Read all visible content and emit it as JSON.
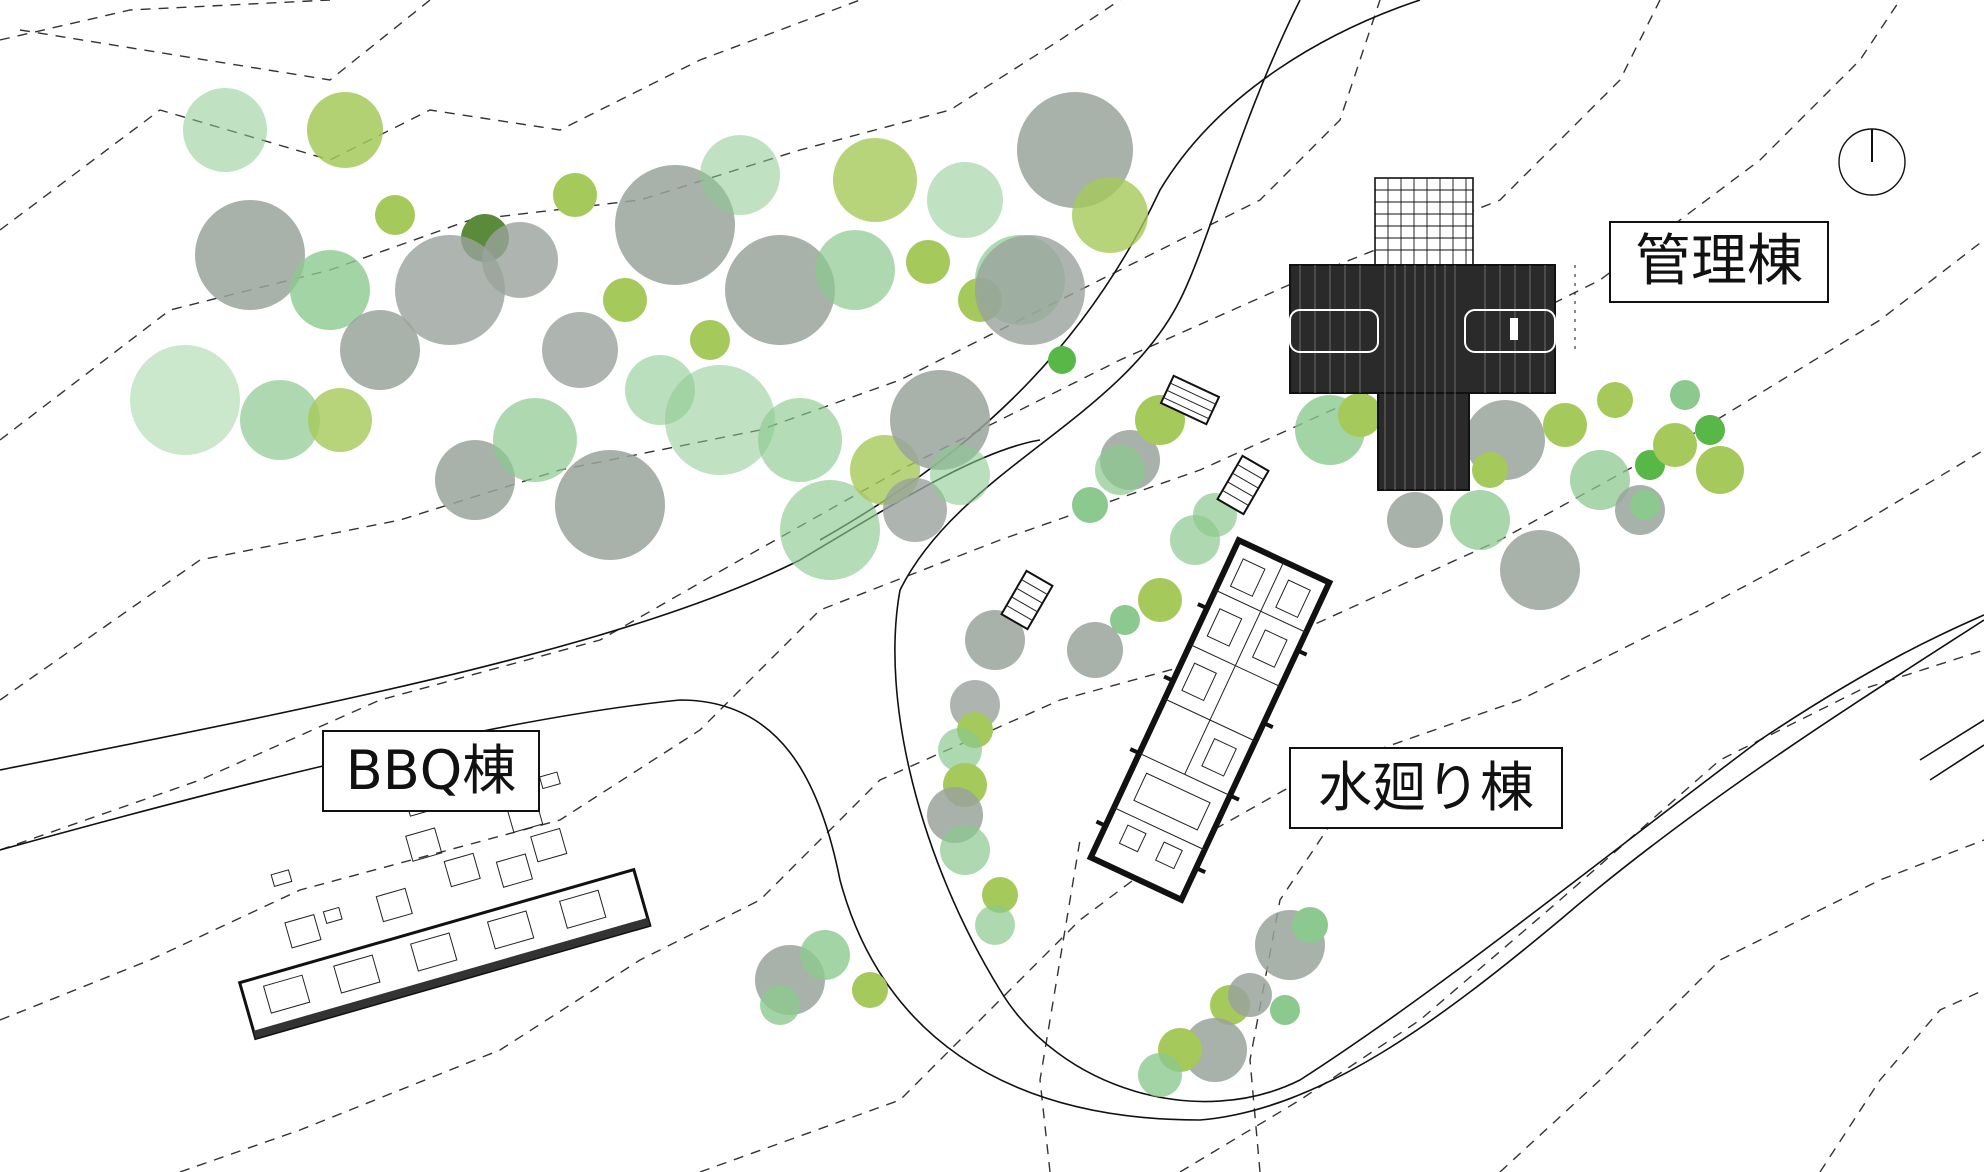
{
  "labels": {
    "admin_building": "管理棟",
    "bbq_building": "BBQ棟",
    "water_building": "水廻り棟"
  },
  "colors": {
    "tree_gray": "#9aa39c",
    "tree_green": "#8cc98f",
    "tree_lime": "#a5c95a",
    "tree_dark": "#5a8a3a",
    "tree_bright": "#58b847",
    "line": "#111111"
  },
  "icons": {
    "north": "north-arrow-icon"
  }
}
